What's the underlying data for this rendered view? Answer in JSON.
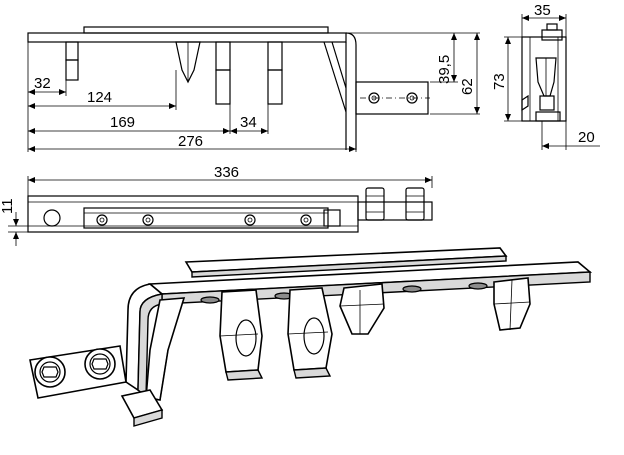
{
  "dimensions": {
    "front_view": {
      "d32": "32",
      "d124": "124",
      "d169": "169",
      "d34": "34",
      "d276": "276",
      "d39_5": "39,5",
      "d62": "62"
    },
    "side_view": {
      "d35": "35",
      "d73": "73",
      "d20": "20"
    },
    "top_view": {
      "d336": "336",
      "d11": "11"
    }
  }
}
